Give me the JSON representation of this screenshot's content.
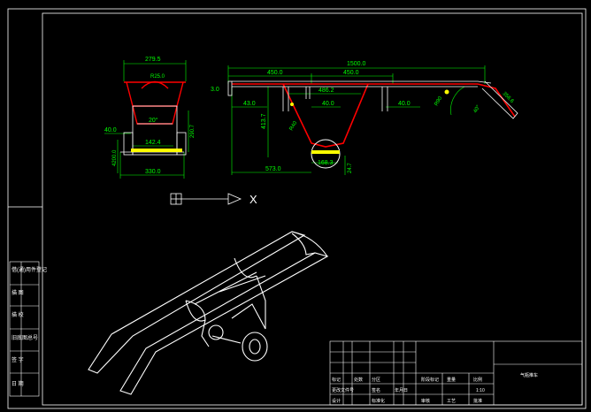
{
  "colors": {
    "background": "#000000",
    "outline": "#ffffff",
    "dimension": "#00ff00",
    "part": "#ff0000",
    "part_fill": "#ffff00",
    "text_yellow": "#ffff00"
  },
  "front_view": {
    "dims": {
      "top_width": "279.5",
      "radius": "R25.0",
      "angle": "20°",
      "left_offset": "40.0",
      "center_span": "142.4",
      "height_right": "290.7",
      "height_left": "4200.0",
      "bottom_width": "330.0"
    }
  },
  "side_view": {
    "dims": {
      "total_length": "1500.0",
      "first_segment": "450.0",
      "second_segment": "450.0",
      "inner_span": "486.2",
      "tube_height": "3.0",
      "left_offset": "43.0",
      "inner_offset": "40.0",
      "right_offset": "40.0",
      "vertical_height": "413.7",
      "diagonal": "R40",
      "handle_radius": "R90",
      "handle_angle": "40°",
      "handle_length": "356.6",
      "base_length": "573.0",
      "wheel_dia": "168.3",
      "wheel_height": "24.7"
    }
  },
  "axis_symbol": {
    "label": "X"
  },
  "left_panel": {
    "rows": [
      "借(通)用件登记",
      "描 图",
      "描 校",
      "旧底图总号",
      "签 字",
      "日 期"
    ]
  },
  "title_block": {
    "name": "气瓶推车",
    "cells": [
      "标记",
      "处数",
      "分区",
      "更改文件号",
      "签名",
      "年月日",
      "设计",
      "标准化",
      "阶段标记",
      "重量",
      "比例",
      "审核",
      "工艺",
      "批准",
      "1:10"
    ]
  }
}
